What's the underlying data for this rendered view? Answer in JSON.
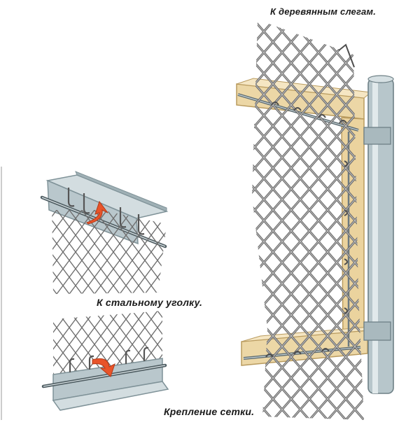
{
  "captions": {
    "wooden_rails": "К деревянным слегам.",
    "steel_angle": "К стальному уголку.",
    "mesh_fastening": "Крепление сетки."
  },
  "colors": {
    "wire": "#6f6f6f",
    "wire_highlight": "#b9b9b9",
    "wood": "#ecd7a6",
    "wood_edge": "#b99b5f",
    "steel": "#b9c7cc",
    "steel_dark": "#7f9298",
    "post": "#b7c6cb",
    "arrow": "#e8542a"
  },
  "icons": {
    "arrow_top": "curved-arrow-icon",
    "arrow_bottom": "curved-arrow-icon"
  }
}
